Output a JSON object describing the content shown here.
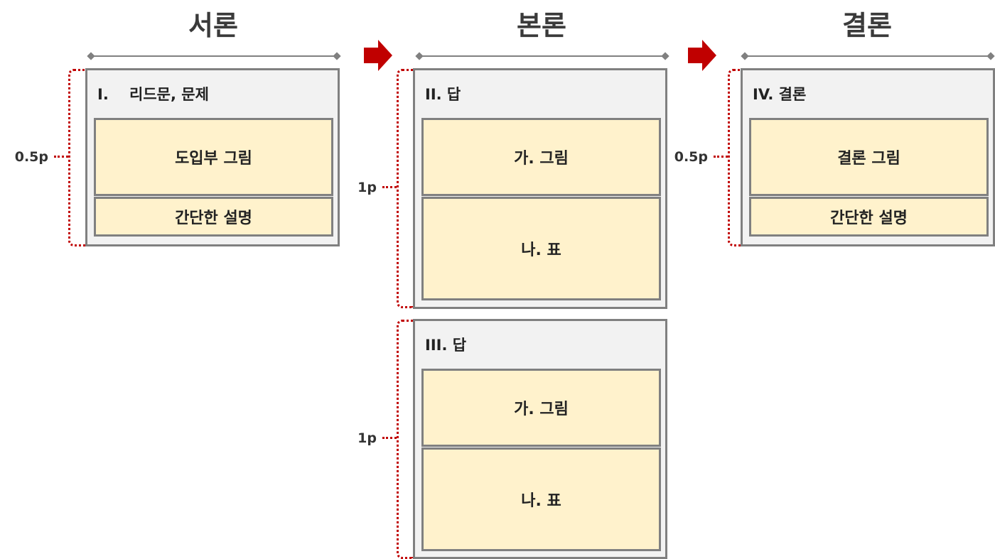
{
  "columns": [
    {
      "title": "서론"
    },
    {
      "title": "본론"
    },
    {
      "title": "결론"
    }
  ],
  "intro": {
    "heading": "I.    리드문, 문제",
    "figure": "도입부 그림",
    "caption": "간단한 설명",
    "page_label": "0.5p"
  },
  "body1": {
    "heading": "II. 답",
    "figure": "가. 그림",
    "table": "나. 표",
    "page_label": "1p"
  },
  "body2": {
    "heading": "III. 답",
    "figure": "가. 그림",
    "table": "나. 표",
    "page_label": "1p"
  },
  "conclusion": {
    "heading": "IV. 결론",
    "figure": "결론 그림",
    "caption": "간단한 설명",
    "page_label": "0.5p"
  },
  "colors": {
    "box_bg": "#f2f2f2",
    "inner_bg": "#fff2cc",
    "border": "#808080",
    "accent": "#c00000"
  }
}
